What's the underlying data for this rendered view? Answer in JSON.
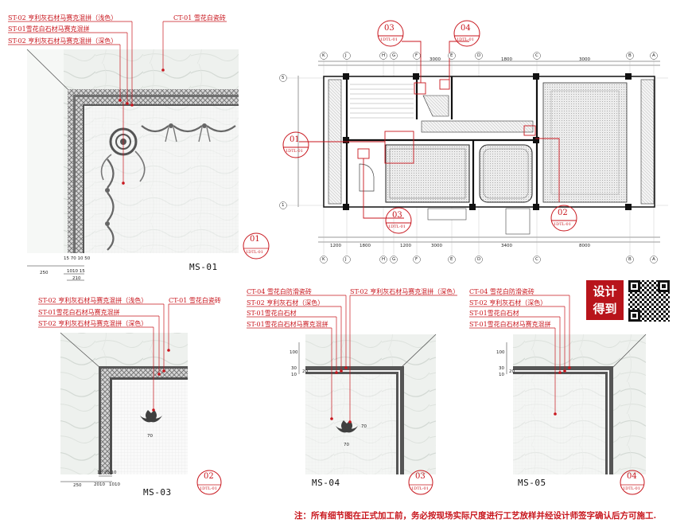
{
  "ms01": {
    "labels": [
      "ST-02 亨利灰石材马赛克混拼（浅色）",
      "ST-01雪花白石材马赛克混拼",
      "ST-02 亨利灰石材马赛克混拼（深色）",
      "CT-01 雪花白瓷砖"
    ],
    "name": "MS-01",
    "ref": {
      "num": "01",
      "code": "1DTL-01"
    },
    "dims": {
      "top": "15 70 10 50",
      "mid": "250",
      "mid2": "1010  15",
      "bot": "210"
    }
  },
  "ms03": {
    "labels": [
      "ST-02 亨利灰石材马赛克混拼（浅色）",
      "ST-01雪花白石材马赛克混拼",
      "ST-02 亨利灰石材马赛克混拼（深色）",
      "CT-01 雪花白瓷砖"
    ],
    "name": "MS-03",
    "ref": {
      "num": "02",
      "code": "1DTL-01"
    },
    "dims": {
      "a": "10 70 10",
      "b": "250",
      "c": "2010",
      "d": "1010",
      "e": "70"
    }
  },
  "ms04": {
    "labels": [
      "CT-04 雪花白防滑瓷砖",
      "ST-02 亨利灰石材（深色）",
      "ST-01雪花白石材",
      "ST-01雪花白石材马赛克混拼",
      "ST-02 亨利灰石材马赛克混拼（深色）"
    ],
    "name": "MS-04",
    "ref": {
      "num": "03",
      "code": "1DTL-01"
    },
    "dims": {
      "a": "100",
      "b": "30",
      "c": "10",
      "d": "20",
      "e": "70",
      "f": "70"
    }
  },
  "ms05": {
    "labels": [
      "CT-04 雪花白防滑瓷砖",
      "ST-02 亨利灰石材（深色）",
      "ST-01雪花白石材",
      "ST-01雪花白石材马赛克混拼"
    ],
    "name": "MS-05",
    "ref": {
      "num": "04",
      "code": "1DTL-01"
    },
    "dims": {
      "a": "100",
      "b": "30",
      "c": "10",
      "d": "20"
    }
  },
  "plan": {
    "callouts": [
      {
        "num": "03",
        "code": "1DTL-01"
      },
      {
        "num": "04",
        "code": "1DTL-01"
      },
      {
        "num": "01",
        "code": "1DTL-01"
      },
      {
        "num": "03",
        "code": "1DTL-01"
      },
      {
        "num": "02",
        "code": "1DTL-01"
      }
    ],
    "grid_top": [
      "K",
      "J",
      "H",
      "G",
      "F",
      "E",
      "D",
      "C",
      "B",
      "A"
    ],
    "grid_side": [
      "5",
      "1"
    ],
    "dims_top": [
      "3000",
      "1800",
      "3000"
    ],
    "dims_bottom": [
      "1200",
      "1800",
      "1200",
      "3000",
      "3400",
      "8000"
    ]
  },
  "brand": {
    "line1": "设计",
    "line2": "得到"
  },
  "note": "注：所有细节图在正式加工前，务必按现场实际尺度进行工艺放样并经设计师签字确认后方可施工."
}
